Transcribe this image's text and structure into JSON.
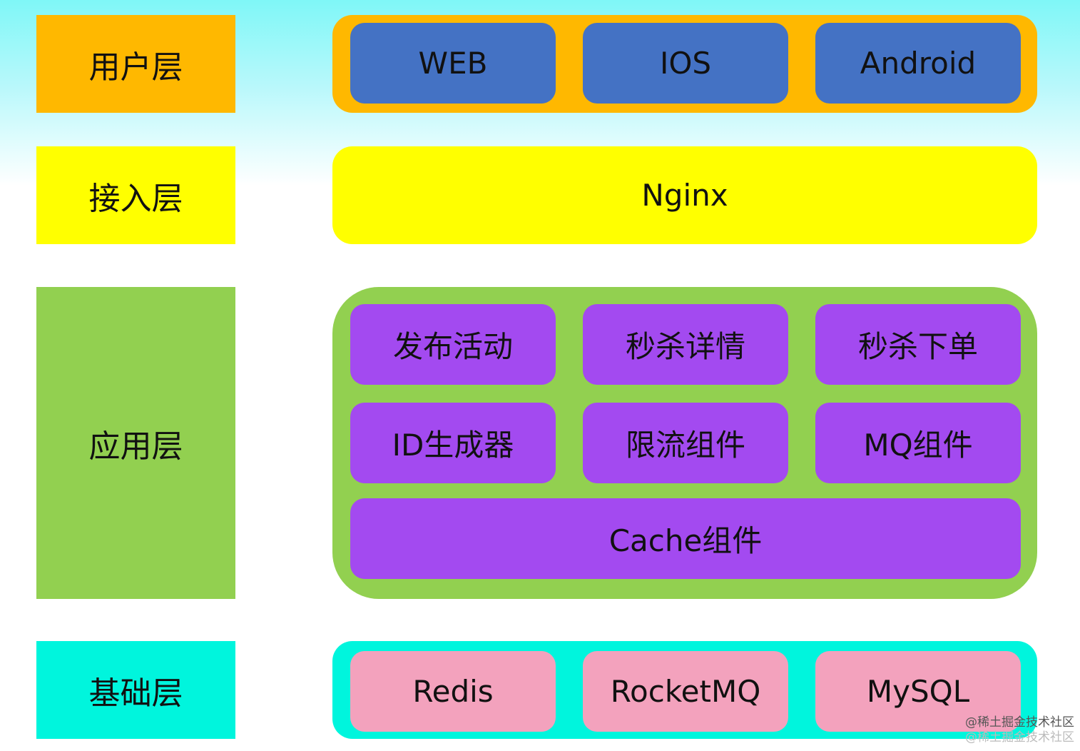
{
  "layers": {
    "user": {
      "label": "用户层",
      "color": "#ffb800",
      "items": [
        "WEB",
        "IOS",
        "Android"
      ],
      "item_color": "#4472c4"
    },
    "access": {
      "label": "接入层",
      "color": "#ffff00",
      "items": [
        "Nginx"
      ]
    },
    "application": {
      "label": "应用层",
      "color": "#92d050",
      "items": [
        "发布活动",
        "秒杀详情",
        "秒杀下单",
        "ID生成器",
        "限流组件",
        "MQ组件",
        "Cache组件"
      ],
      "item_color": "#a34af0"
    },
    "base": {
      "label": "基础层",
      "color": "#00f5dd",
      "items": [
        "Redis",
        "RocketMQ",
        "MySQL"
      ],
      "item_color": "#f3a2bd"
    }
  },
  "watermark": {
    "line1": "@稀土掘金技术社区",
    "line2": "@稀土掘金技术社区"
  }
}
